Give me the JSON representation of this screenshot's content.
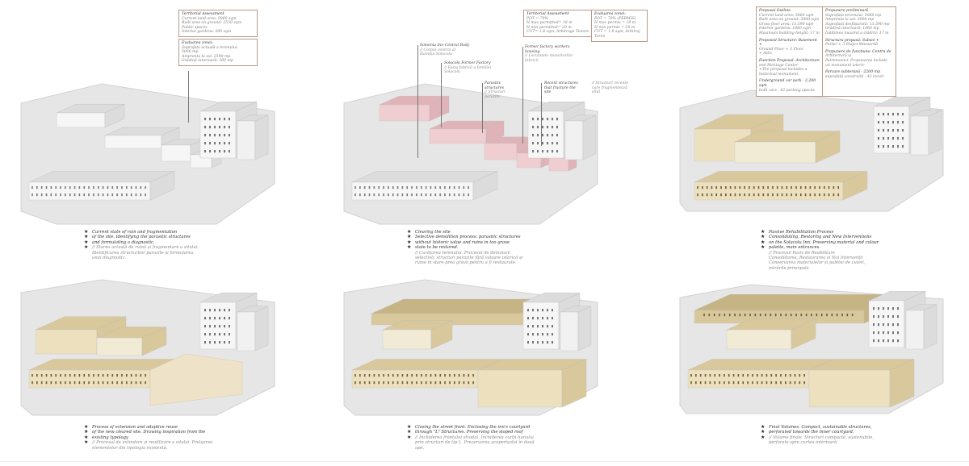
{
  "colors": {
    "ground": "#e6e6e6",
    "ground_edge": "#d2d2d2",
    "white_bldg": "#f6f6f6",
    "white_shade": "#dcdcdc",
    "pink": "#efcdd0",
    "pink_shade": "#dfb3b8",
    "beige": "#ece0bf",
    "beige_shade": "#d9c89b",
    "beige_dark": "#c7b485",
    "window": "#555555",
    "note_border": "#b89a8a",
    "leader": "#777777"
  },
  "icons": {
    "bullet": "star-icon"
  },
  "panels": [
    {
      "id": "p1",
      "caption": {
        "en": [
          "Current state of ruin and fragmentation",
          "of the site. Identifying the parasitic structures",
          "and formulating a diagnostic."
        ],
        "ro": [
          "// Starea actuală de ruină și fragmentare a sitului.",
          "Identificarea structurilor parazite și formularea",
          "unui diagnostic."
        ]
      },
      "notes": [
        {
          "head": "Territorial Assessment",
          "lines": [
            "Current land area: 5060 sqm",
            "Built area on ground: 2530 sqm",
            "Public spaces",
            "Interior gardens: 300 sqm"
          ]
        },
        {
          "head": "Evaluarea zonei:",
          "lines": [
            "Suprafața actuală a terenului:",
            "5060 mp",
            "Amprenta la sol: 2590 mp",
            "Grădină interioară: 300 mp"
          ]
        }
      ]
    },
    {
      "id": "p2",
      "caption": {
        "en": [
          "Clearing the site",
          "Selective demolition process: parasitic structures",
          "without historic value and ruins in too grave",
          "state to be restored."
        ],
        "ro": [
          "// Curățarea terenului. Procesul de demolare",
          "selectivă: structuri parazite fără valoare istorică și",
          "ruine în stare prea gravă pentru a fi restaurate."
        ]
      },
      "notes": [
        {
          "head": "Territorial Assessment",
          "lines": [
            "POT = 70%",
            "H max permitted= 18 m",
            "H min permitted= 20 m",
            "CUT= 1.8 sqm, Arbitrage Tenure"
          ]
        },
        {
          "head": "Evaluarea zonei:",
          "lines": [
            "POT = 70% (PERMIS)",
            "H max permis = 18 m",
            "H min permis = 20 m",
            "CUT = 1.8 sqm, Arbitraj Teren"
          ]
        }
      ],
      "labels": [
        {
          "t": "Soloenia Inn Central Body",
          "s": "// Corpul central al Hanului Solacolu"
        },
        {
          "t": "Solacolu Former Factory",
          "s": "// Fosta fabrică a familiei Solacolu"
        },
        {
          "t": "Parasitic structures",
          "s": "// Structuri parazite"
        },
        {
          "t": "Recent structures that fracture the site",
          "s": ""
        },
        {
          "t": "// Structuri recente care fragmentează situl",
          "s": ""
        },
        {
          "t": "Former factory workers housing",
          "s": "// Locuințele muncitorilor fabricii"
        }
      ]
    },
    {
      "id": "p3",
      "caption": {
        "en": [
          "Passive Rehabilitation Process",
          "Consolidating, Restoring and New Interventions",
          "on the Solacolu Inn. Preserving material and colour",
          "palette, main entrances."
        ],
        "ro": [
          "// Procesul Pasiv de Reabilitare",
          "Consolidarea, Restaurarea și Noi Intervenții",
          "Conservarea materialelor și paletei de culori,",
          "intrările principale"
        ]
      },
      "notes": [
        {
          "head": "Proposal Outline",
          "lines": [
            "Current land area: 5060 sqm",
            "Built area on ground: 3000 sqm",
            "Gross floor area: 13.590 sqm",
            "Interior gardens: 1060 sqm",
            "Maximum building height: 17 m"
          ]
        },
        {
          "head": "Propunere preliminară",
          "lines": [
            "Suprafața terenului: 5060 mp",
            "Amprenta la sol: 3000 mp",
            "Suprafață desfășurată: 13.590 mp",
            "Grădină interioară: 1060 mp",
            "Înălțimea maximă a clădirii: 17 m"
          ]
        },
        {
          "head": "Proposed Structure: Basement +",
          "lines": [
            "Ground Floor + 3 Floor",
            "+ Attic"
          ]
        },
        {
          "head": "Structura propusă: Subsol +",
          "lines": [
            "Parter + 3 Etaje+Mansardă"
          ]
        },
        {
          "head": "Function Proposal: Architecture",
          "lines": [
            "and Heritage Center",
            "+The proposal includes a",
            "historical monument."
          ]
        },
        {
          "head": "Propunere de funcțiune: Centru de",
          "lines": [
            "Arhitectură și",
            "Patrimoniu+ Propunerea include",
            "un monument istoric"
          ]
        },
        {
          "head": "Underground car park - 2,200 sqm",
          "lines": [
            "both cars - 42 parking spaces"
          ]
        },
        {
          "head": "Parcare subterană - 2200 mp",
          "lines": [
            "suprafață construită - 42 locuri"
          ]
        }
      ]
    },
    {
      "id": "p4",
      "caption": {
        "en": [
          "Process of extension and adaptive reuse",
          "of the new cleared site. Drawing inspiration from the",
          "existing typology"
        ],
        "ro": [
          "// Procesul de extindere și reutilizare a sitului. Preluarea",
          "elementelor din tipologia existentă."
        ]
      }
    },
    {
      "id": "p5",
      "caption": {
        "en": [
          "Closing the street front. Enclosing the inn's courtyard",
          "through \"L\" Structures. Preserving the sloped roof"
        ],
        "ro": [
          "// Închiderea frontului stradal. Închiderea curții hanului",
          "prin structuri de tip L. Prezervarea acoperișului în două",
          "ape."
        ]
      }
    },
    {
      "id": "p6",
      "caption": {
        "en": [
          "Final Volumes. Compact, sustainable structures,",
          "perforated towards the inner courtyard."
        ],
        "ro": [
          "// Volume finale. Structuri compacte, sustenabile,",
          "perforate spre curtea interioară."
        ]
      }
    }
  ]
}
